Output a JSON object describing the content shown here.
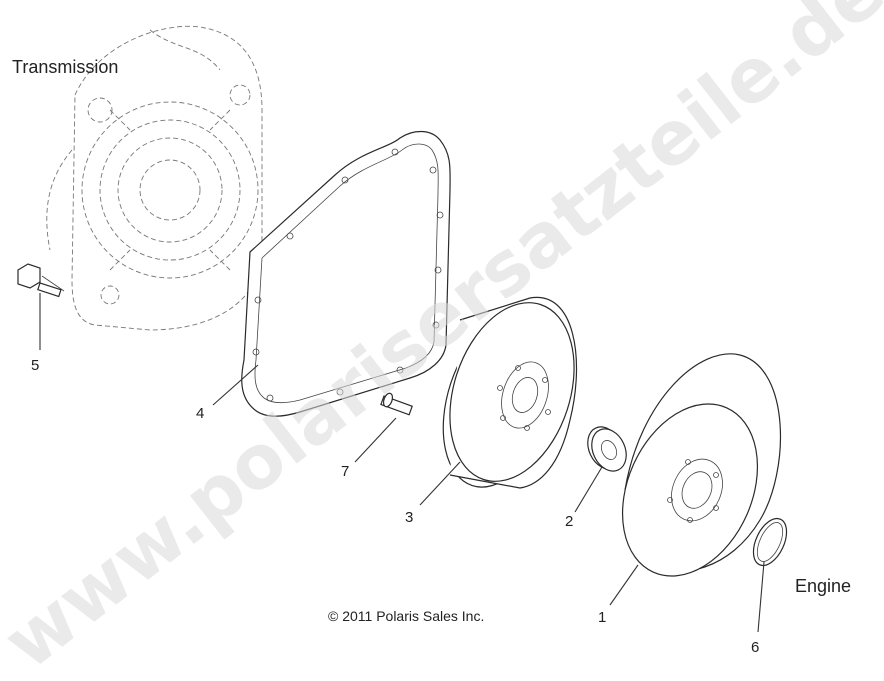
{
  "labels": {
    "transmission": "Transmission",
    "engine": "Engine",
    "copyright": "© 2011 Polaris Sales Inc."
  },
  "callouts": {
    "part1": "1",
    "part2": "2",
    "part3": "3",
    "part4": "4",
    "part5": "5",
    "part6": "6",
    "part7": "7"
  },
  "watermark": "www.polarisersatzteile.de",
  "colors": {
    "line": "#2a2a2a",
    "watermark": "#d9d9d9",
    "background": "#ffffff"
  }
}
